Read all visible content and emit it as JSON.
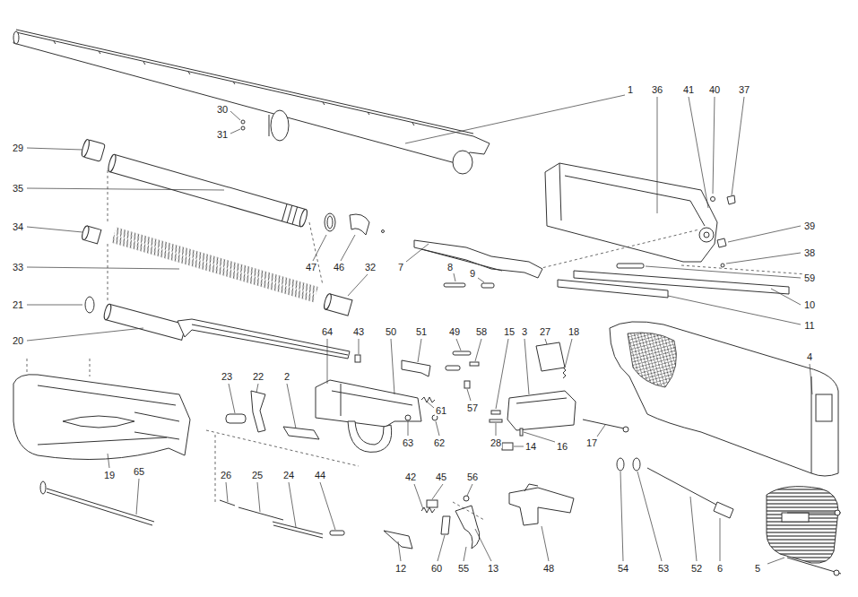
{
  "diagram": {
    "labels": [
      "1",
      "36",
      "41",
      "40",
      "37",
      "30",
      "31",
      "29",
      "35",
      "34",
      "33",
      "21",
      "20",
      "47",
      "46",
      "32",
      "7",
      "8",
      "9",
      "39",
      "38",
      "59",
      "10",
      "11",
      "64",
      "43",
      "50",
      "51",
      "49",
      "58",
      "15",
      "3",
      "27",
      "18",
      "4",
      "23",
      "22",
      "2",
      "61",
      "57",
      "63",
      "62",
      "28",
      "14",
      "16",
      "17",
      "19",
      "65",
      "26",
      "25",
      "24",
      "44",
      "42",
      "45",
      "56",
      "12",
      "60",
      "55",
      "13",
      "48",
      "54",
      "53",
      "52",
      "6",
      "5"
    ]
  }
}
